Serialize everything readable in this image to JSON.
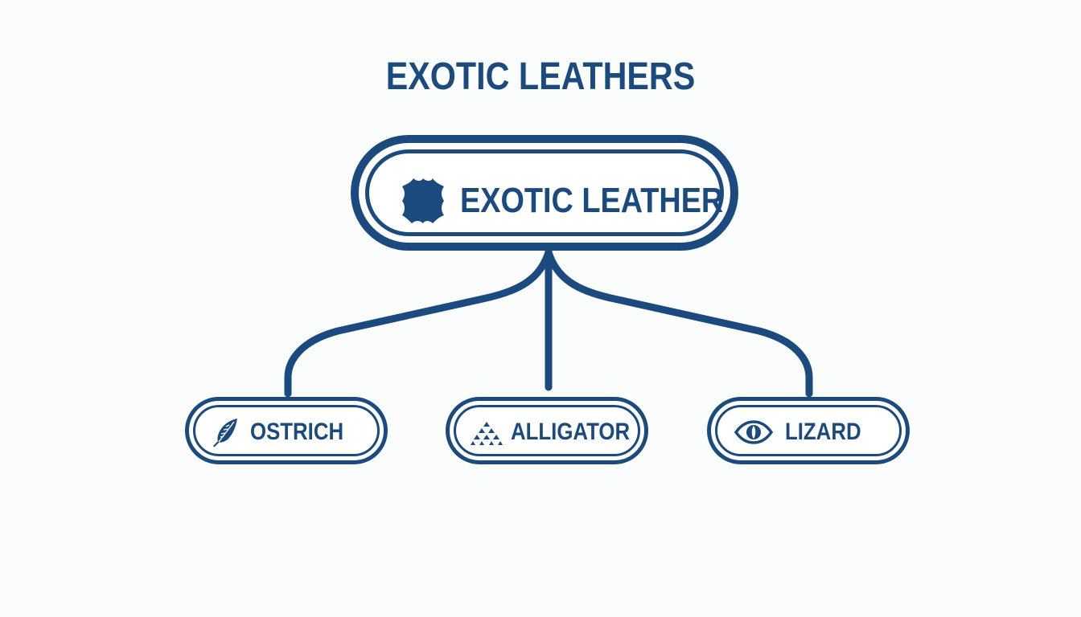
{
  "title": "EXOTIC LEATHERS",
  "root": {
    "label": "EXOTIC LEATHER",
    "icon": "leather-hide-icon"
  },
  "children": [
    {
      "label": "OSTRICH",
      "icon": "feather-icon"
    },
    {
      "label": "ALLIGATOR",
      "icon": "scales-icon"
    },
    {
      "label": "LIZARD",
      "icon": "eye-icon"
    }
  ],
  "colors": {
    "primary": "#1b4a7e",
    "background": "#fbfcfc"
  }
}
